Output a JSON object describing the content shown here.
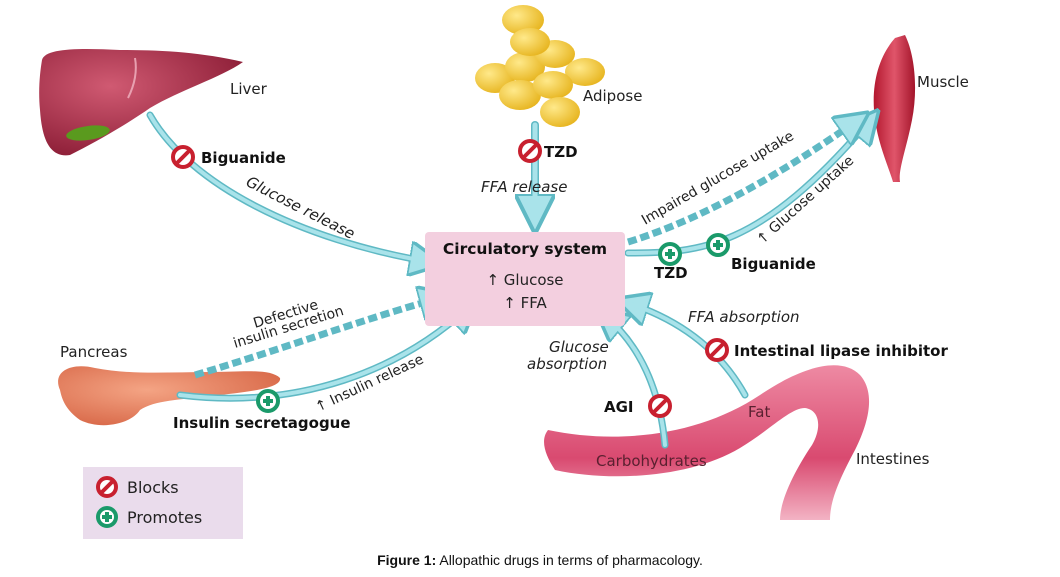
{
  "organs": {
    "liver": "Liver",
    "adipose": "Adipose",
    "muscle": "Muscle",
    "pancreas": "Pancreas",
    "intestines": "Intestines",
    "carbohydrates": "Carbohydrates",
    "fat": "Fat"
  },
  "center": {
    "title": "Circulatory system",
    "glucose": "↑ Glucose",
    "ffa": "↑ FFA"
  },
  "flows": {
    "glucose_release": "Glucose release",
    "ffa_release": "FFA release",
    "impaired_glucose_uptake": "Impaired glucose uptake",
    "glucose_uptake": "↑ Glucose uptake",
    "defective_insulin_line1": "Defective",
    "defective_insulin_line2": "insulin secretion",
    "insulin_release": "↑ Insulin release",
    "glucose_absorption_line1": "Glucose",
    "glucose_absorption_line2": "absorption",
    "ffa_absorption": "FFA absorption"
  },
  "drugs": {
    "biguanide_liver": {
      "label": "Biguanide",
      "effect": "blocks"
    },
    "tzd_adipose": {
      "label": "TZD",
      "effect": "blocks"
    },
    "tzd_muscle": {
      "label": "TZD",
      "effect": "promotes"
    },
    "biguanide_muscle": {
      "label": "Biguanide",
      "effect": "promotes"
    },
    "insulin_secretagogue": {
      "label": "Insulin secretagogue",
      "effect": "promotes"
    },
    "agi": {
      "label": "AGI",
      "effect": "blocks"
    },
    "intestinal_lipase_inhibitor": {
      "label": "Intestinal lipase inhibitor",
      "effect": "blocks"
    }
  },
  "legend": {
    "blocks": "Blocks",
    "promotes": "Promotes"
  },
  "colors": {
    "arrow": "#a9e3ea",
    "arrow_edge": "#5fb9c4",
    "block": "#c8202f",
    "promote": "#1a9a6a",
    "circulatory_box": "#f3cfdf",
    "legend_box": "#eadcec"
  },
  "caption": {
    "prefix": "Figure 1:",
    "text": " Allopathic drugs in terms of pharmacology."
  }
}
